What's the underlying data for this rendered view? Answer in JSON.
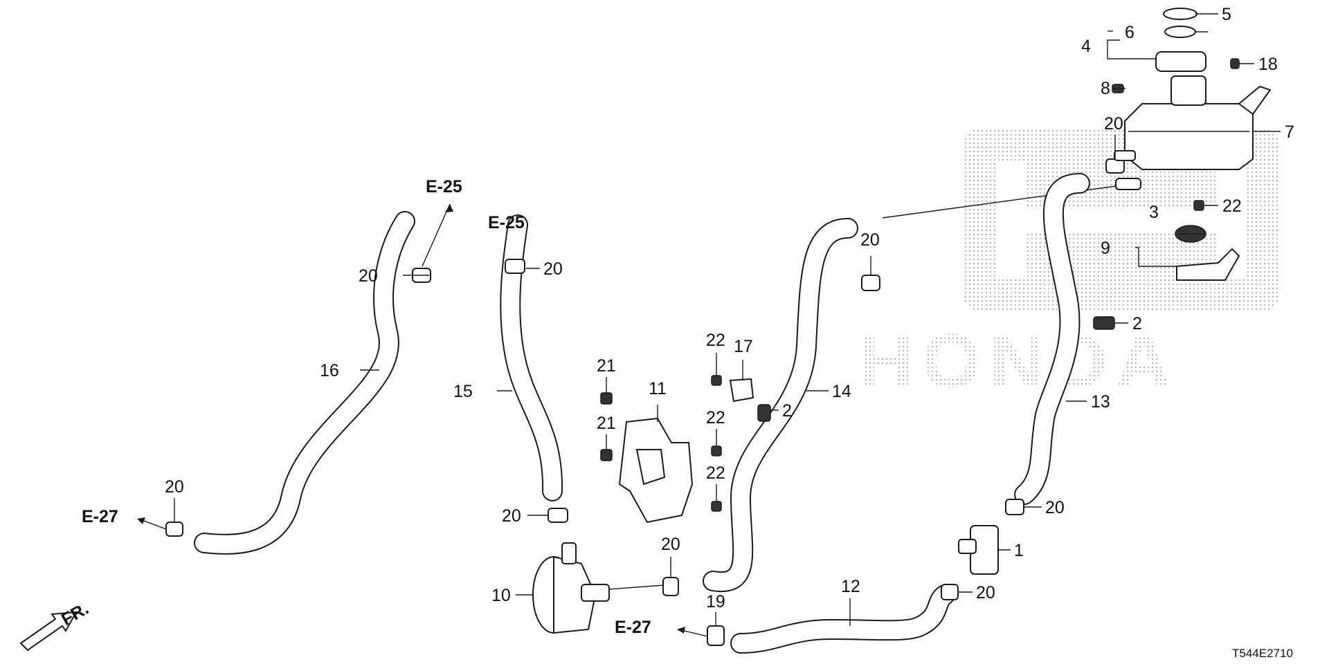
{
  "diagram_code": "T544E2710",
  "watermark": {
    "brand": "HONDA"
  },
  "front_indicator": "FR.",
  "refs": {
    "e25_a": "E-25",
    "e25_b": "E-25",
    "e27_a": "E-27",
    "e27_b": "E-27"
  },
  "labels": {
    "p1": "1",
    "p2a": "2",
    "p2b": "2",
    "p3": "3",
    "p4": "4",
    "p5": "5",
    "p6": "6",
    "p7": "7",
    "p8": "8",
    "p9": "9",
    "p10": "10",
    "p11": "11",
    "p12": "12",
    "p13": "13",
    "p14": "14",
    "p15": "15",
    "p16": "16",
    "p17": "17",
    "p18": "18",
    "p19": "19",
    "p20_tank": "20",
    "p20_14": "20",
    "p20_16top": "20",
    "p20_15top": "20",
    "p20_16bot": "20",
    "p20_15bot": "20",
    "p20_pump": "20",
    "p20_13bot": "20",
    "p20_12": "20",
    "p21a": "21",
    "p21b": "21",
    "p22_tank": "22",
    "p22_a": "22",
    "p22_b": "22",
    "p22_c": "22"
  }
}
